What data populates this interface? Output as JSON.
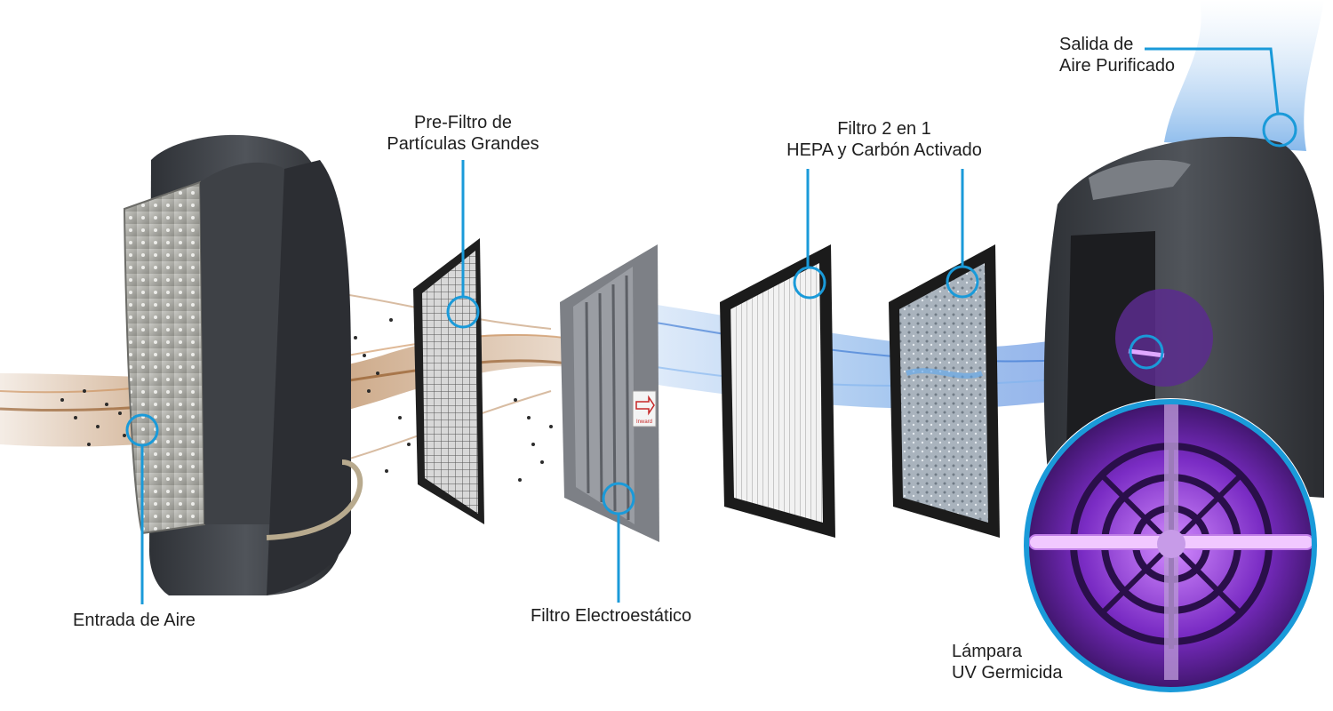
{
  "labels": {
    "air_inlet": "Entrada de Aire",
    "prefilter": [
      "Pre-Filtro de",
      "Partículas Grandes"
    ],
    "electrostatic": "Filtro Electroestático",
    "hepa_carbon": [
      "Filtro 2 en 1",
      "HEPA y Carbón Activado"
    ],
    "air_outlet": [
      "Salida de",
      "Aire Purificado"
    ],
    "uv_lamp": [
      "Lámpara",
      "UV Germicida"
    ],
    "inward_arrow_text": "Inward"
  },
  "colors": {
    "callout_blue": "#1a9ad9",
    "device_dark": "#3a3d42",
    "dirty_air": "#a5652a",
    "clean_air": "#4d8fe0",
    "uv_purple": "#8b3fd1",
    "text": "#1e1e1e"
  }
}
